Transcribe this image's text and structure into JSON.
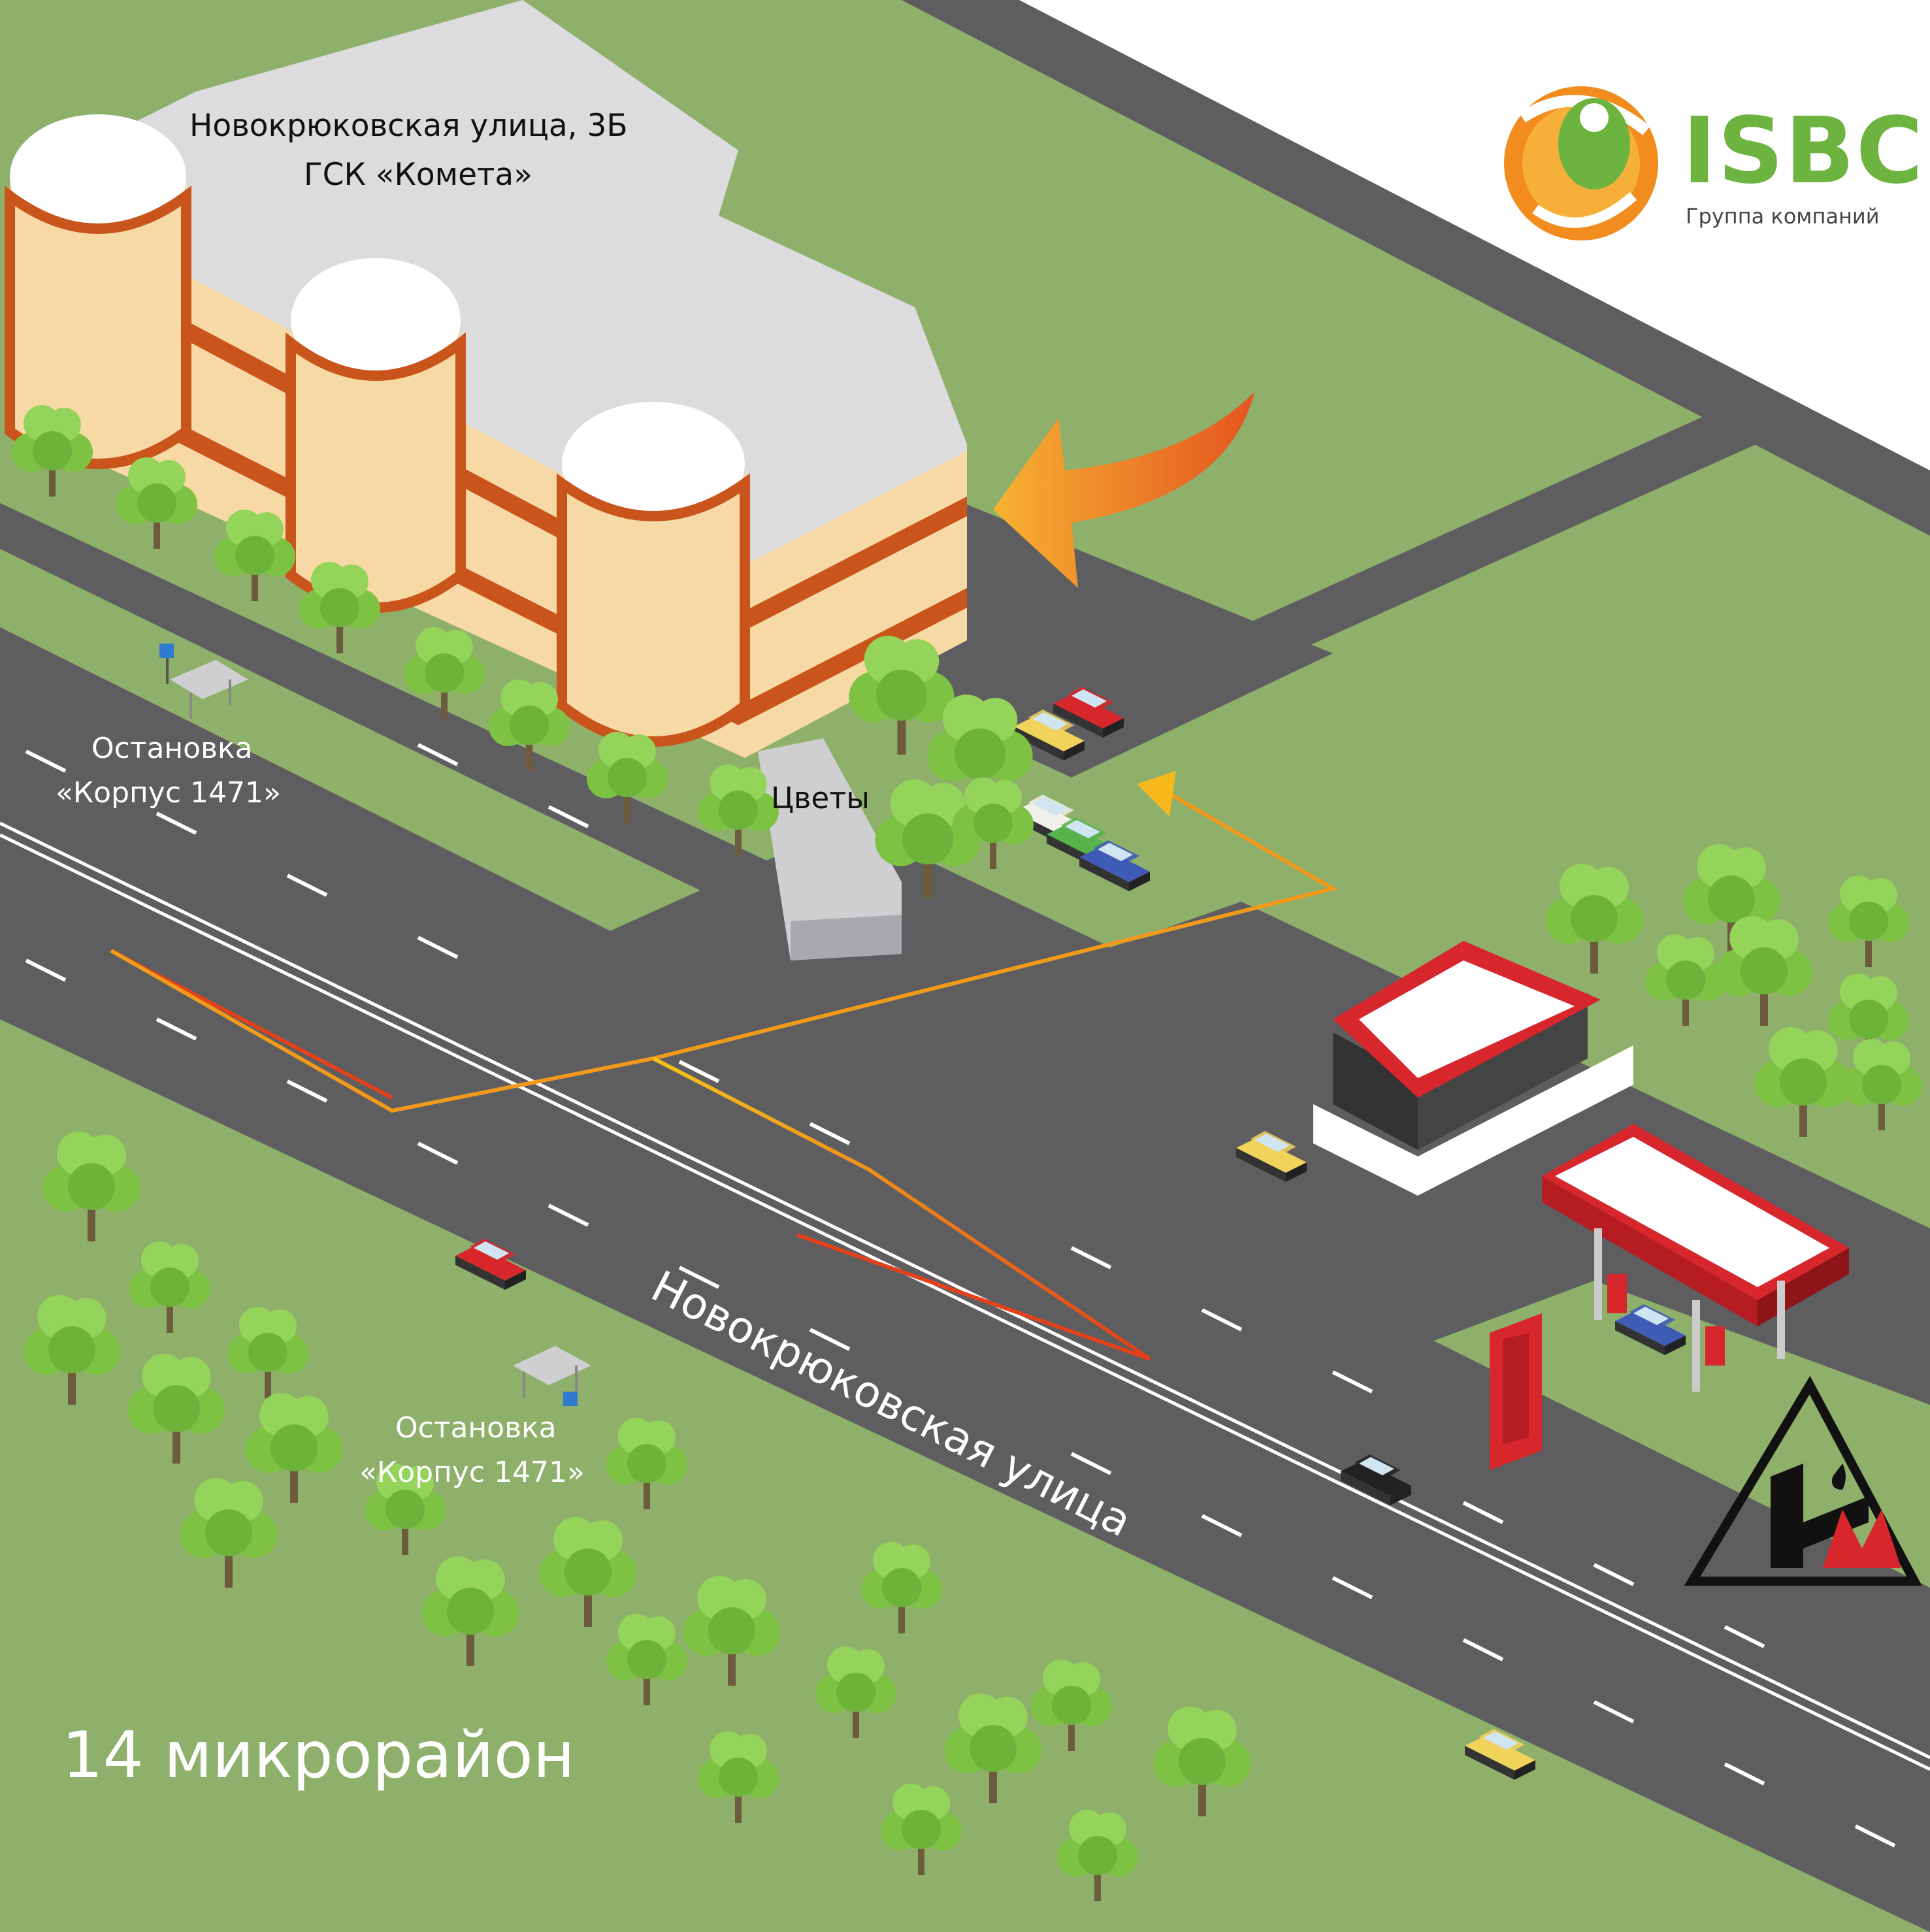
{
  "labels": {
    "building_address": "Новокрюковская улица, 3Б",
    "building_name": "ГСК «Комета»",
    "flowers_kiosk": "Цветы",
    "bus_stop_top_line1": "Остановка",
    "bus_stop_top_line2": "«Корпус 1471»",
    "bus_stop_bottom_line1": "Остановка",
    "bus_stop_bottom_line2": "«Корпус 1471»",
    "street_name": "Новокрюковская улица",
    "district": "14 микрорайон"
  },
  "logo": {
    "brand": "ISBC",
    "tagline": "Группа компаний",
    "brand_color": "#6cb33f",
    "accent_color": "#f28c1e"
  },
  "colors": {
    "grass": "#8fb06a",
    "road": "#5e5e60",
    "route": "#f29a1b",
    "building_wall": "#f6d9a4",
    "building_stripe": "#c9541c",
    "gas_station": "#d7262c"
  },
  "icons": {
    "bus_stop": "bus-stop-sign-icon",
    "route_arrow": "route-arrow-icon",
    "entrance_arrow": "entrance-arrow-icon",
    "gas_brand": "nm-triangle-logo-icon"
  }
}
